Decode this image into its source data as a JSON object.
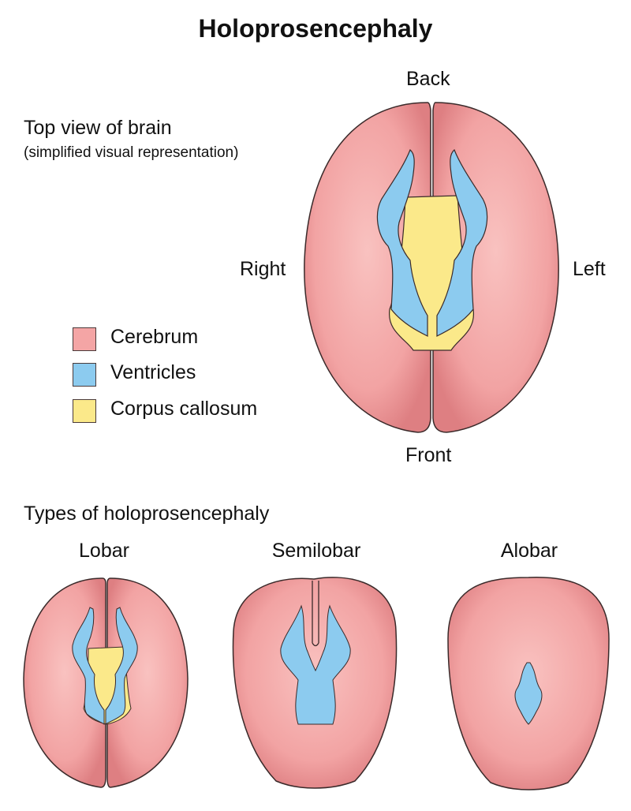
{
  "title": "Holoprosencephaly",
  "subtitle": {
    "line1": "Top view of brain",
    "line2": "(simplified visual representation)"
  },
  "orientation": {
    "back": "Back",
    "front": "Front",
    "right": "Right",
    "left": "Left"
  },
  "legend": [
    {
      "label": "Cerebrum",
      "color": "#f4a5a5"
    },
    {
      "label": "Ventricles",
      "color": "#8ccbef"
    },
    {
      "label": "Corpus callosum",
      "color": "#fbe98a"
    }
  ],
  "types": {
    "heading": "Types of holoprosencephaly",
    "items": [
      {
        "label": "Lobar"
      },
      {
        "label": "Semilobar"
      },
      {
        "label": "Alobar"
      }
    ]
  },
  "colors": {
    "cerebrum_fill": "#f2a1a1",
    "cerebrum_edge": "#d9787a",
    "ventricle_fill": "#8ccbef",
    "callosum_fill": "#fbe98a",
    "outline": "#3a2a2a"
  }
}
